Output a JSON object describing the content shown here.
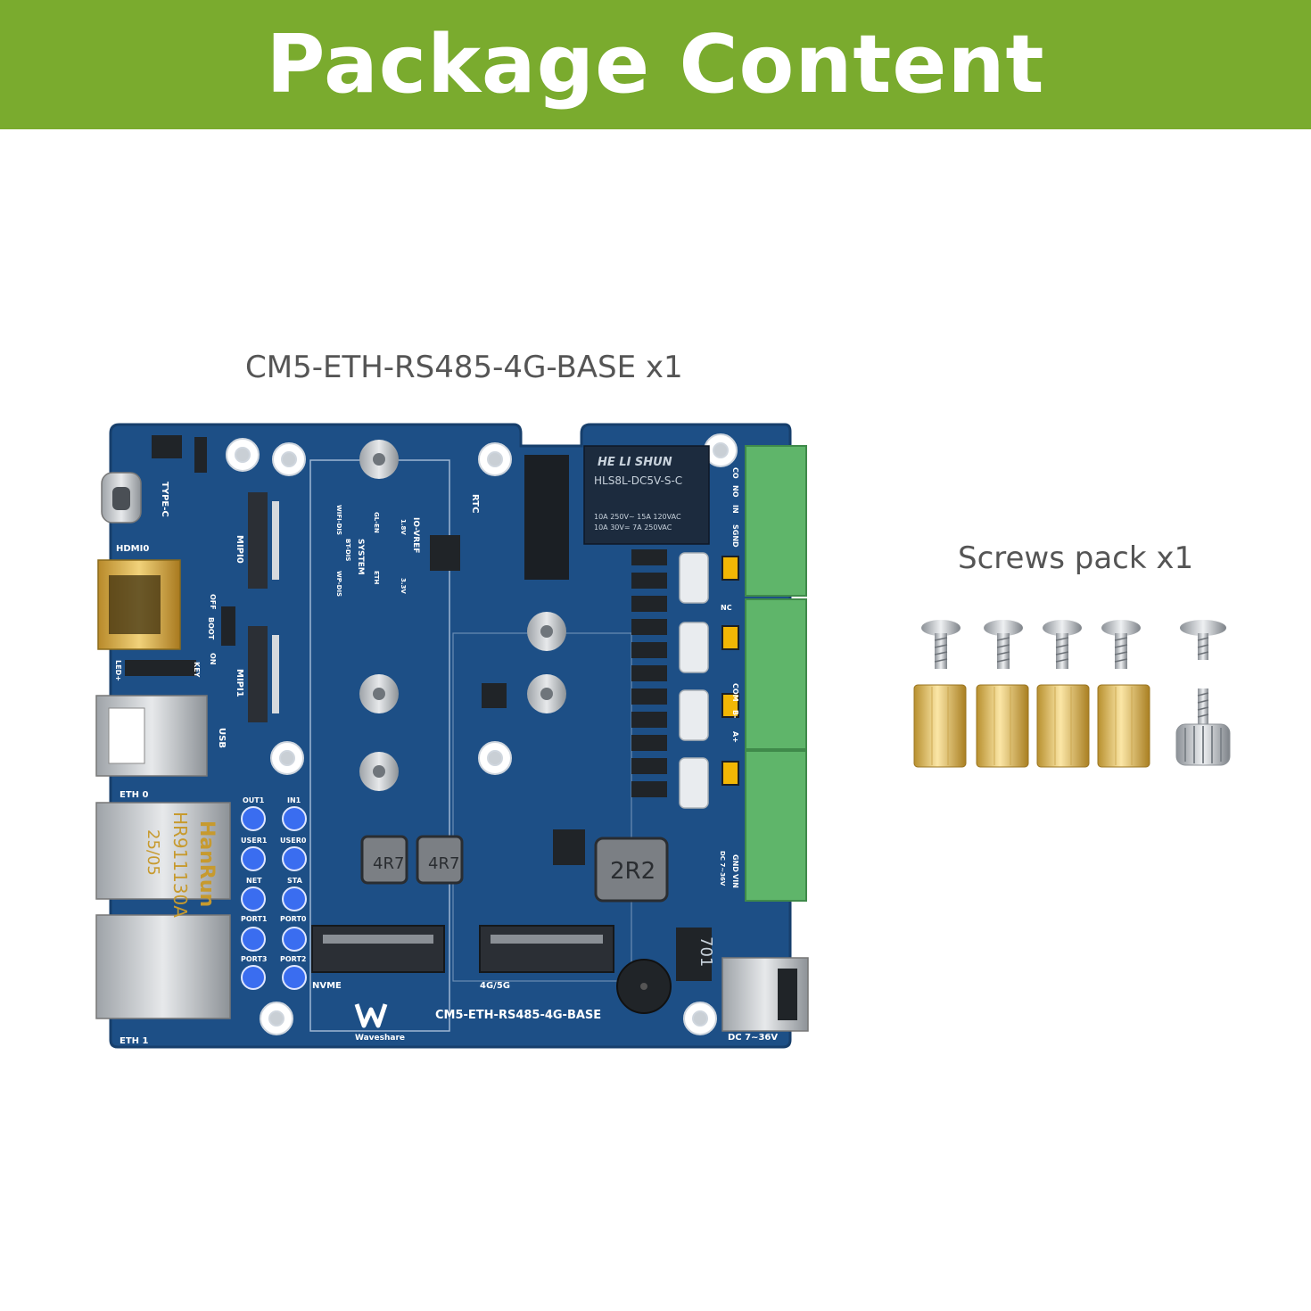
{
  "banner": {
    "title": "Package Content"
  },
  "items": [
    {
      "label": "CM5-ETH-RS485-4G-BASE x1"
    },
    {
      "label": "Screws pack x1"
    }
  ],
  "board": {
    "silkscreen_name": "CM5-ETH-RS485-4G-BASE",
    "brand": "Waveshare",
    "relay_brand": "HE LI SHUN",
    "relay_model": "HLS8L-DC5V-S-C",
    "relay_rating_1": "10A 250V~ 15A 120VAC",
    "relay_rating_2": "10A 30V= 7A 250VAC",
    "eth_jack_brand": "HanRun",
    "eth_jack_model": "HR911130A",
    "eth_jack_date": "25/05",
    "inductor_1": "4R7",
    "inductor_2": "4R7",
    "inductor_3": "2R2",
    "inductor_4": "701",
    "labels": {
      "type_c": "TYPE-C",
      "hdmi": "HDMI0",
      "usb": "USB",
      "eth0": "ETH 0",
      "eth1": "ETH 1",
      "dc": "DC 7~36V",
      "nvme": "NVME",
      "g45": "4G/5G",
      "rtc": "RTC",
      "mipi0": "MIPI0",
      "mipi1": "MIPI1",
      "out1": "OUT1",
      "in1": "IN1",
      "user1": "USER1",
      "user0": "USER0",
      "net": "NET",
      "sta": "STA",
      "port1": "PORT1",
      "port0": "PORT0",
      "port3": "PORT3",
      "port2": "PORT2",
      "io_vref": "IO-VREF",
      "system": "SYSTEM",
      "v18": "1.8V",
      "v33": "3.3V",
      "gl_en": "GL-EN",
      "eth": "ETH",
      "wifi_dis": "WIFI-DIS",
      "bt_dis": "BT-DIS",
      "wp_dis": "WP-DIS",
      "boot": "BOOT",
      "off": "OFF",
      "on": "ON",
      "led": "LED+",
      "key": "KEY",
      "co": "CO",
      "no": "NO",
      "in": "IN",
      "sgnd": "SGND",
      "nc": "NC",
      "com": "COM",
      "b_minus": "B-",
      "a_plus": "A+",
      "gnd": "GND",
      "vin": "VIN",
      "dc_range": "DC 7~36V"
    }
  },
  "colors": {
    "banner": "#7aab2e",
    "pcb": "#1d4f86",
    "pcb_dark": "#163e6b",
    "terminal": "#5fb56a",
    "brass": "#d9b25a",
    "steel": "#b8bcc0",
    "led": "#3a6df0"
  }
}
